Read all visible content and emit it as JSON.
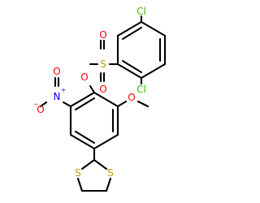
{
  "atoms": {
    "cl_top": "Cl",
    "cl_bottom": "Cl",
    "s_sulfonyl": "S",
    "o_s_left": "O",
    "o_s_right": "O",
    "o_ester": "O",
    "n_nitro": "N",
    "n_plus": "+",
    "o_nitro_dbl": "O",
    "o_nitro_minus": "O",
    "o_nitro_minus_sign": "−",
    "o_methoxy": "O",
    "s_ring_left": "S",
    "s_ring_right": "S"
  },
  "colors": {
    "bond": "#000000",
    "chlorine": "#3cb800",
    "sulfur": "#b8a000",
    "oxygen": "#ff0000",
    "nitrogen": "#0000ff"
  }
}
